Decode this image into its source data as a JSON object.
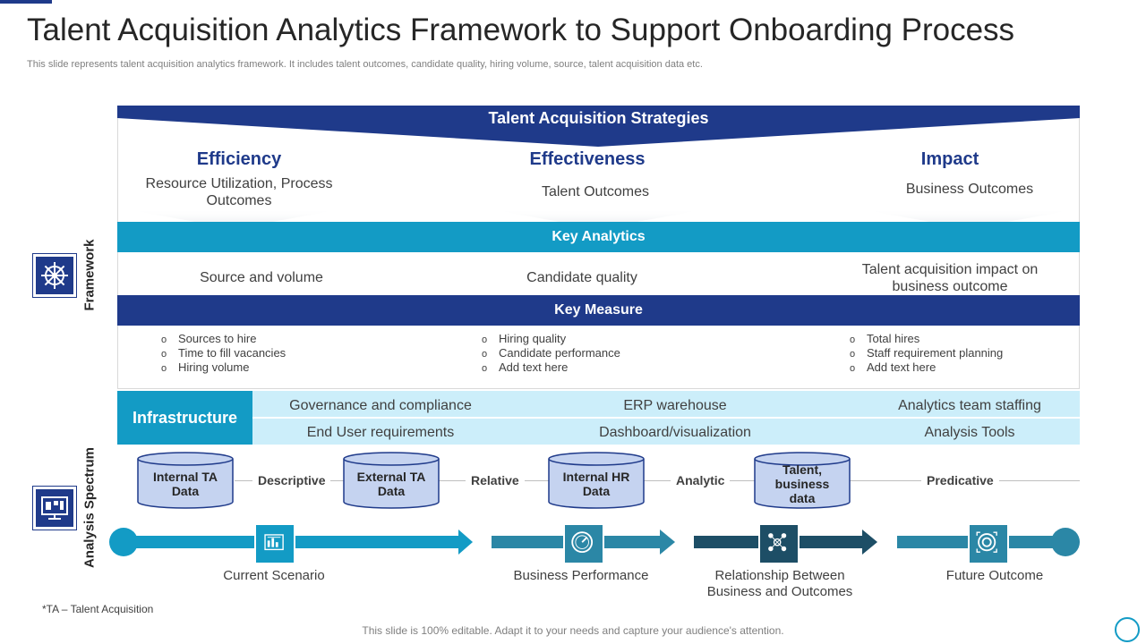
{
  "header": {
    "title": "Talent Acquisition Analytics Framework to Support Onboarding Process",
    "subtitle": "This slide represents talent acquisition analytics framework. It includes talent outcomes, candidate quality, hiring volume, source, talent acquisition data etc."
  },
  "framework": {
    "side_label": "Framework",
    "strategies_label": "Talent Acquisition Strategies",
    "columns": [
      {
        "heading": "Efficiency",
        "text": "Resource Utilization, Process Outcomes"
      },
      {
        "heading": "Effectiveness",
        "text": "Talent Outcomes"
      },
      {
        "heading": "Impact",
        "text": "Business Outcomes"
      }
    ],
    "key_analytics_label": "Key Analytics",
    "key_analytics": [
      "Source and volume",
      "Candidate quality",
      "Talent acquisition impact on business outcome"
    ],
    "key_measure_label": "Key Measure",
    "bullet_marker": "o",
    "measures": [
      [
        "Sources to hire",
        "Time to fill vacancies",
        "Hiring volume"
      ],
      [
        "Hiring quality",
        "Candidate  performance",
        "Add text here"
      ],
      [
        "Total hires",
        "Staff requirement  planning",
        "Add text here"
      ]
    ]
  },
  "infrastructure": {
    "label": "Infrastructure",
    "row1": [
      "Governance and compliance",
      "ERP warehouse",
      "Analytics team staffing"
    ],
    "row2": [
      "End User requirements",
      "Dashboard/visualization",
      "Analysis Tools"
    ]
  },
  "spectrum": {
    "side_label": "Analysis Spectrum",
    "data_sources": [
      "Internal TA Data",
      "External TA Data",
      "Internal HR Data",
      "Talent, business data"
    ],
    "analysis_types": [
      "Descriptive",
      "Relative",
      "Analytic",
      "Predicative"
    ],
    "stages": [
      "Current Scenario",
      "Business Performance",
      "Relationship Between Business and Outcomes",
      "Future Outcome"
    ],
    "icons": [
      "dashboard-icon",
      "speedometer-icon",
      "network-icon",
      "target-icon"
    ]
  },
  "footnote": "*TA – Talent Acquisition",
  "footer": "This slide is 100% editable. Adapt it to your needs and capture your audience's attention.",
  "colors": {
    "navy": "#1f3a8a",
    "teal": "#139bc5",
    "light_blue": "#cceefa",
    "cylinder_fill": "#c5d3f0",
    "arrow_1": "#139bc5",
    "arrow_2": "#2b87a6",
    "arrow_3": "#1d4e66",
    "arrow_4": "#2b87a6"
  }
}
